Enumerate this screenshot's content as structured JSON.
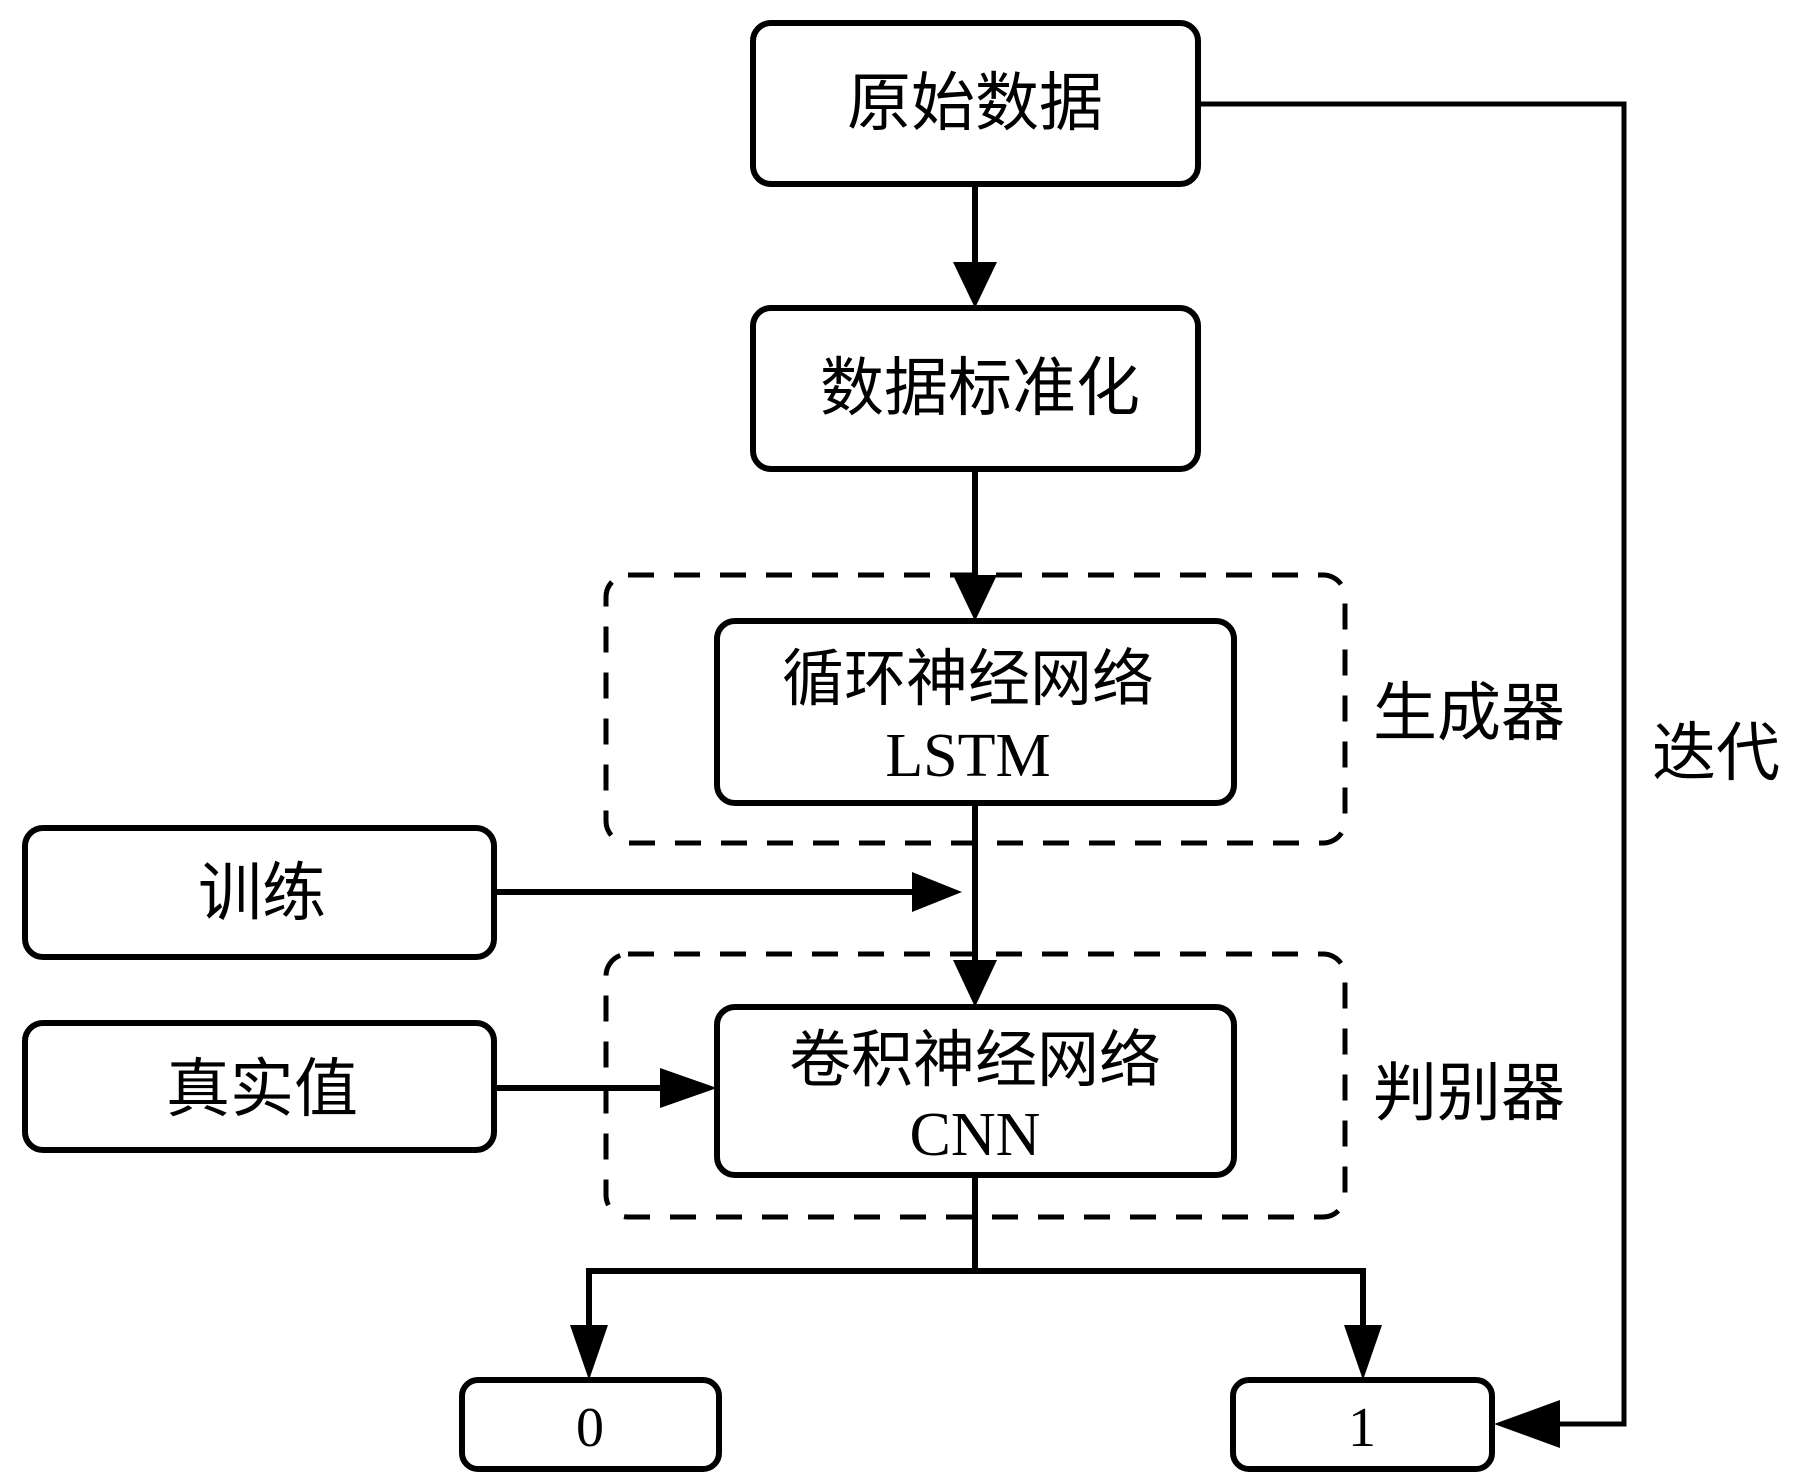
{
  "diagram": {
    "nodes": {
      "raw_data": "原始数据",
      "normalize": "数据标准化",
      "generator_net": {
        "line1": "循环神经网络",
        "line2": "LSTM"
      },
      "train": "训练",
      "real_value": "真实值",
      "discriminator_net": {
        "line1": "卷积神经网络",
        "line2": "CNN"
      },
      "output_zero": "0",
      "output_one": "1"
    },
    "groups": {
      "generator": "生成器",
      "discriminator": "判别器"
    },
    "loop_label": "迭代"
  }
}
